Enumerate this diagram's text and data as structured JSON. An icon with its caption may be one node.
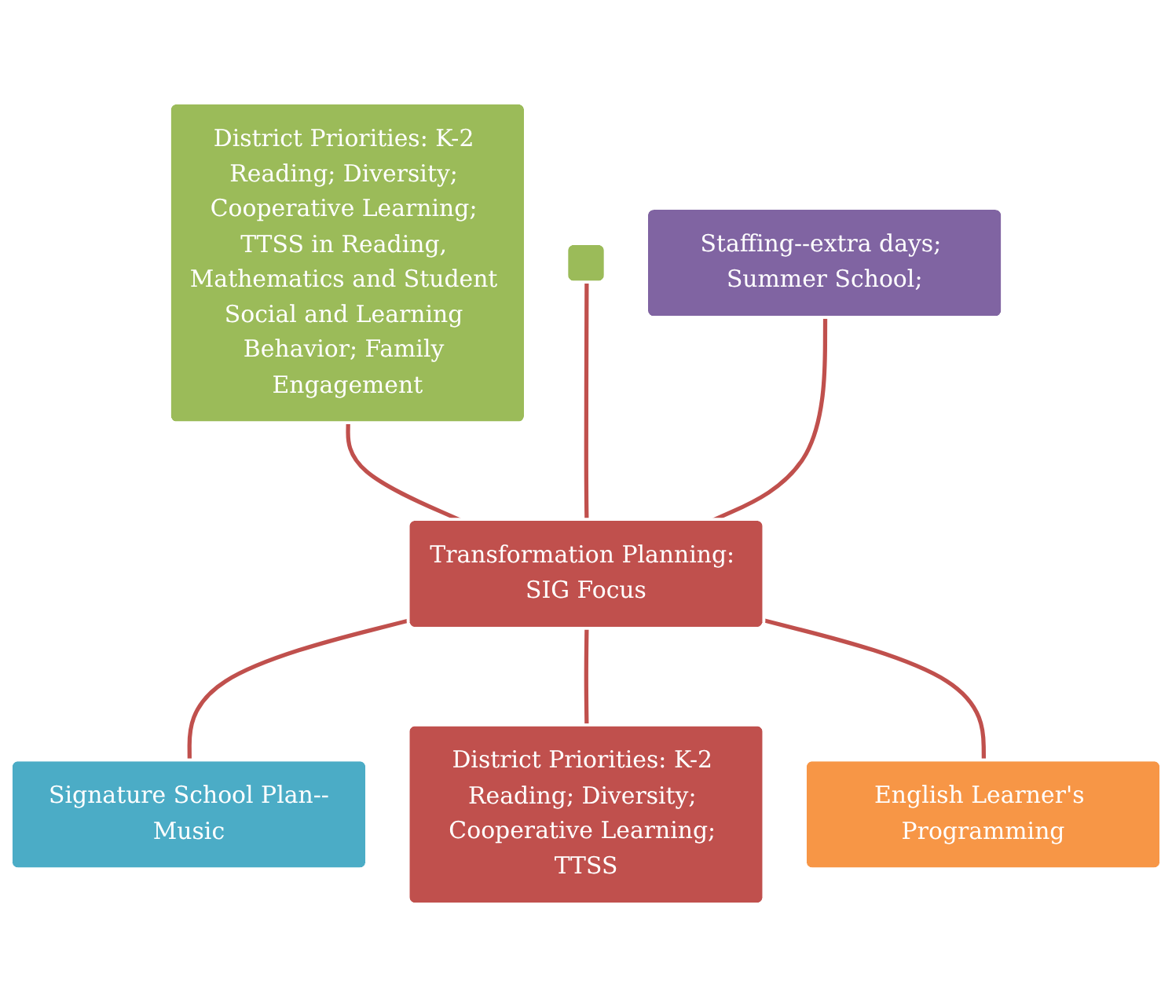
{
  "diagram": {
    "nodes": [
      {
        "text": [
          "District Priorities: K-2 Reading; Diversity; Cooperative Learning; TTSS in Reading, Mathematics and Student Social and Learning Behavior; Family Engagement"
        ]
      },
      {
        "text": [],
        "shape": "box"
      },
      {
        "text": [
          "Staffing--extra days; Summer School;"
        ]
      },
      {
        "text": [
          "Transformation Planning: SIG Focus"
        ]
      },
      {
        "text": [
          "Signature School Plan--Music"
        ]
      },
      {
        "text": [
          "District Priorities: K-2 Reading; Diversity; Cooperative Learning; TTSS"
        ]
      },
      {
        "text": [
          "English Learner's Programming"
        ]
      }
    ],
    "edges": [
      {
        "from": 0,
        "to": 3,
        "arrow": "none"
      },
      {
        "from": 1,
        "to": 3,
        "arrow": "none"
      },
      {
        "from": 2,
        "to": 3,
        "arrow": "none"
      },
      {
        "from": 3,
        "to": 4,
        "arrow": "none"
      },
      {
        "from": 3,
        "to": 5,
        "arrow": "none"
      },
      {
        "from": 3,
        "to": 6,
        "arrow": "none"
      }
    ]
  }
}
